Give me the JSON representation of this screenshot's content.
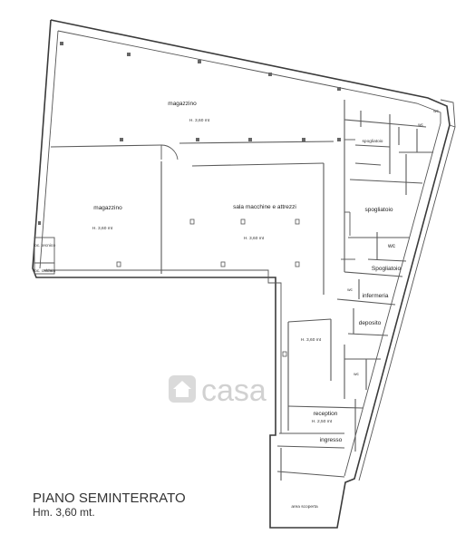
{
  "title": "PIANO SEMINTERRATO",
  "subtitle": "Hm. 3,60 mt.",
  "watermark": "casa",
  "rooms": {
    "magazzino_top": "magazzino",
    "magazzino_top_h": "H. 3,60 mt",
    "magazzino_left": "magazzino",
    "magazzino_left_h": "H. 3,60 mt",
    "sala": "sala macchine e attrezzi",
    "sala_h": "H. 3,60 mt",
    "corridor_h": "H. 3,60 mt",
    "loc_tecnico": "loc. tecnico",
    "loc_caldaia": "loc. caldaia",
    "spogliatoio_top": "spogliatoio",
    "wc_top": "wc",
    "wc_top2": "wc",
    "spogliatoio_mid": "spogliatoio",
    "wc_mid": "wc",
    "spogliatoio_low": "Spogliatoio",
    "wc_low": "wc",
    "infermeria": "infermeria",
    "deposito": "deposito",
    "wc_bottom": "wc",
    "reception": "reception",
    "reception_h": "H. 2,50 mt",
    "ingresso": "ingresso",
    "area_scoperta": "area scoperta"
  }
}
